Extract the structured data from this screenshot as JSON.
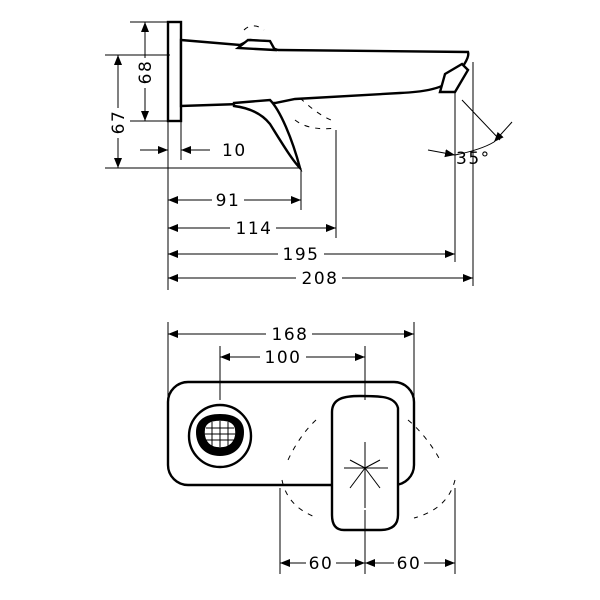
{
  "dimensions": {
    "d68": "68",
    "d67": "67",
    "d10": "10",
    "d35": "35°",
    "d91": "91",
    "d114": "114",
    "d195": "195",
    "d208": "208",
    "d168": "168",
    "d100": "100",
    "d60_left": "60",
    "d60_right": "60"
  }
}
